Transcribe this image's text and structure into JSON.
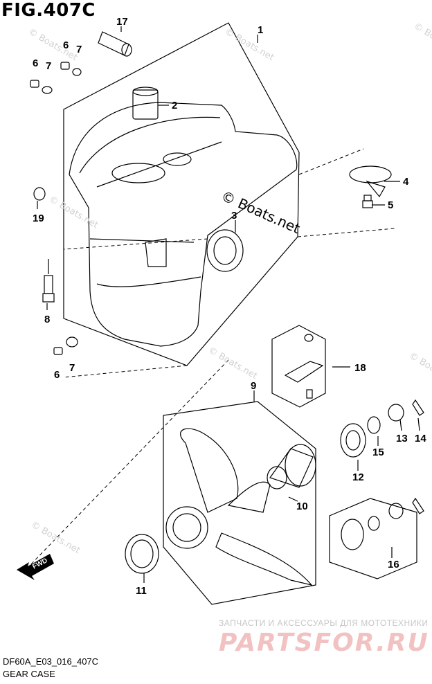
{
  "figure": {
    "title": "FIG.407C"
  },
  "footer": {
    "code": "DF60A_E03_016_407C",
    "name": "GEAR CASE"
  },
  "watermark": {
    "center": "© Boats.net",
    "small": "© Boats.net"
  },
  "shop": {
    "tagline": "ЗАПЧАСТИ И АКСЕССУАРЫ ДЛЯ МОТОТЕХНИКИ",
    "logo": "PARTSFOR.RU"
  },
  "fwd_label": "FWD",
  "parts": [
    {
      "id": "p1",
      "label": "1"
    },
    {
      "id": "p2",
      "label": "2"
    },
    {
      "id": "p3",
      "label": "3"
    },
    {
      "id": "p4",
      "label": "4"
    },
    {
      "id": "p5",
      "label": "5"
    },
    {
      "id": "p6a",
      "label": "6"
    },
    {
      "id": "p6b",
      "label": "6"
    },
    {
      "id": "p6c",
      "label": "6"
    },
    {
      "id": "p7a",
      "label": "7"
    },
    {
      "id": "p7b",
      "label": "7"
    },
    {
      "id": "p7c",
      "label": "7"
    },
    {
      "id": "p8",
      "label": "8"
    },
    {
      "id": "p9",
      "label": "9"
    },
    {
      "id": "p10",
      "label": "10"
    },
    {
      "id": "p11",
      "label": "11"
    },
    {
      "id": "p12",
      "label": "12"
    },
    {
      "id": "p13",
      "label": "13"
    },
    {
      "id": "p14",
      "label": "14"
    },
    {
      "id": "p15",
      "label": "15"
    },
    {
      "id": "p16",
      "label": "16"
    },
    {
      "id": "p17",
      "label": "17"
    },
    {
      "id": "p18",
      "label": "18"
    },
    {
      "id": "p19",
      "label": "19"
    }
  ]
}
